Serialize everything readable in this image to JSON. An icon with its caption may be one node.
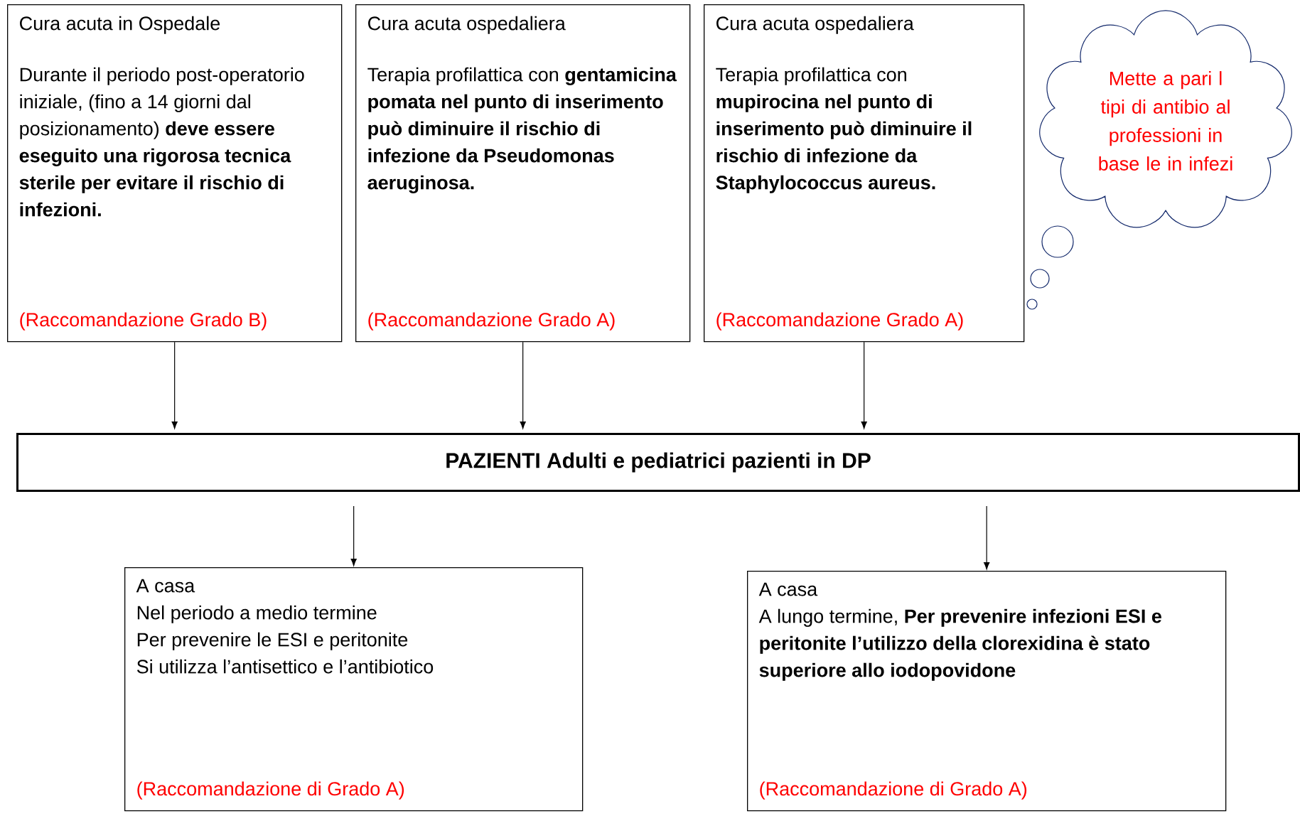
{
  "diagram": {
    "nodes": [
      {
        "text": [
          "Cura acuta in Ospedale",
          "Durante il periodo post-operatorio iniziale, (fino a 14 giorni dal posizionamento) **deve essere eseguito una rigorosa tecnica sterile  per evitare il rischio di infezioni.**",
          "(Raccomandazione Grado B)"
        ]
      },
      {
        "text": [
          "Cura acuta ospedaliera",
          "Terapia profilattica con **gentamicina pomata nel punto di inserimento può diminuire il rischio di infezione da Pseudomonas aeruginosa.**",
          "(Raccomandazione Grado A)"
        ]
      },
      {
        "text": [
          "Cura acuta ospedaliera",
          "Terapia profilattica con **mupirocina nel punto di inserimento può diminuire il rischio di infezione da Staphylococcus aureus.**",
          "(Raccomandazione Grado A)"
        ]
      },
      {
        "text": [
          "Mette a pari l tipi di antibio al professioni in base le in infezi"
        ]
      },
      {
        "text": [
          "PAZIENTI  Adulti e pediatrici pazienti in DP"
        ]
      },
      {
        "text": [
          "A casa",
          "Nel periodo a medio termine",
          "Per prevenire le ESI e peritonite",
          "Si utilizza l’antisettico e l’antibiotico",
          "(Raccomandazione di Grado A)"
        ]
      },
      {
        "text": [
          "A casa",
          "A lungo termine, **Per prevenire infezioni ESI e peritonite l’utilizzo della  clorexidina è stato superiore allo iodopovidone**",
          "(Raccomandazione di Grado A)"
        ]
      }
    ],
    "edges": [
      {
        "from": 0,
        "to": 4,
        "arrow": "to"
      },
      {
        "from": 1,
        "to": 4,
        "arrow": "to"
      },
      {
        "from": 2,
        "to": 4,
        "arrow": "to"
      },
      {
        "from": 4,
        "to": 5,
        "arrow": "to"
      },
      {
        "from": 4,
        "to": 6,
        "arrow": "to"
      }
    ]
  }
}
